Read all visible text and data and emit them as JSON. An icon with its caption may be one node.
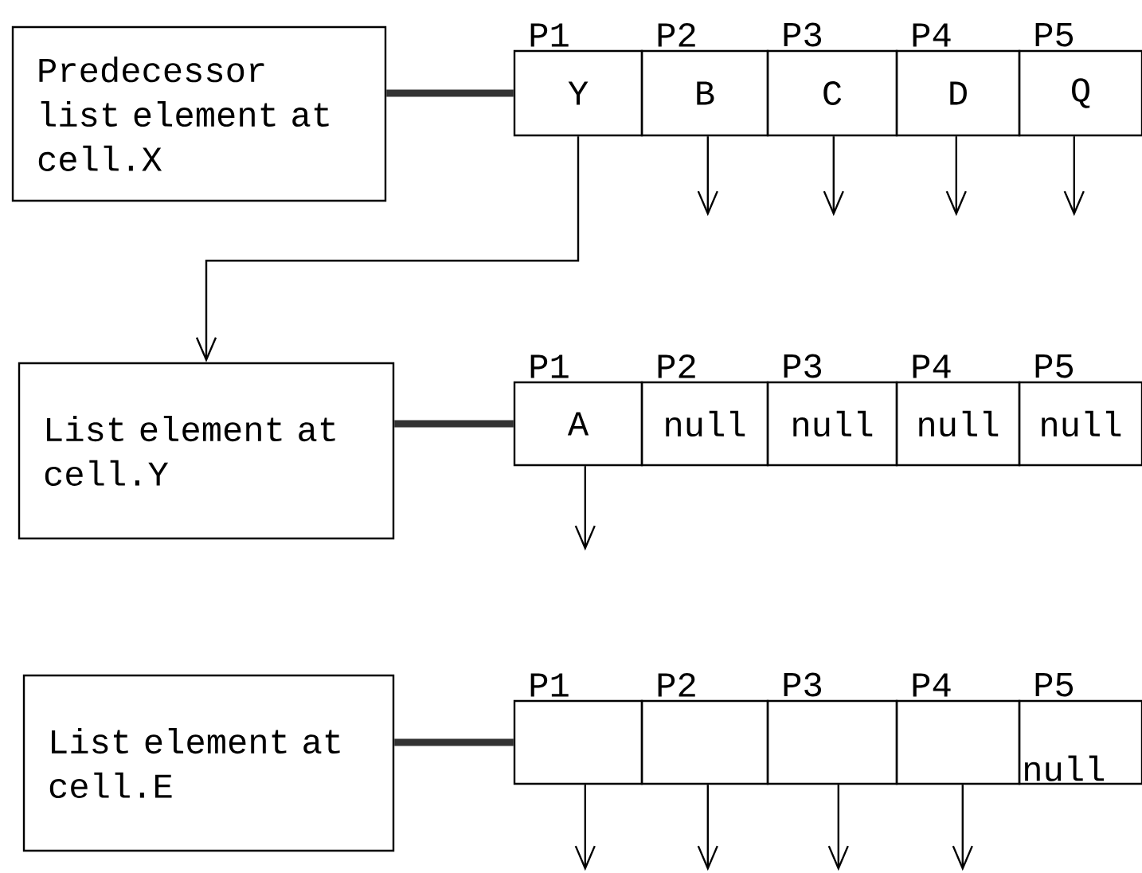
{
  "diagram": {
    "nodes": [
      {
        "text": [
          "Predecessor list element at cell.X"
        ]
      },
      {
        "text": [
          "Y"
        ],
        "beside": [
          "P1"
        ]
      },
      {
        "text": [
          "B"
        ],
        "beside": [
          "P2"
        ]
      },
      {
        "text": [
          "C"
        ],
        "beside": [
          "P3"
        ]
      },
      {
        "text": [
          "D"
        ],
        "beside": [
          "P4"
        ]
      },
      {
        "text": [
          "Q"
        ],
        "beside": [
          "P5"
        ]
      },
      {
        "text": [
          "List element at cell.Y"
        ]
      },
      {
        "text": [
          "A"
        ],
        "beside": [
          "P1"
        ]
      },
      {
        "text": [
          "null"
        ],
        "beside": [
          "P2"
        ]
      },
      {
        "text": [
          "null"
        ],
        "beside": [
          "P3"
        ]
      },
      {
        "text": [
          "null"
        ],
        "beside": [
          "P4"
        ]
      },
      {
        "text": [
          "null"
        ],
        "beside": [
          "P5"
        ]
      },
      {
        "text": [
          "List element at cell.E"
        ]
      },
      {
        "text": [],
        "shape": "box",
        "beside": [
          "P1"
        ]
      },
      {
        "text": [],
        "shape": "box",
        "beside": [
          "P2"
        ]
      },
      {
        "text": [],
        "shape": "box",
        "beside": [
          "P3"
        ]
      },
      {
        "text": [],
        "shape": "box",
        "beside": [
          "P4"
        ]
      },
      {
        "text": [
          "null"
        ],
        "beside": [
          "P5"
        ]
      }
    ],
    "edges": [
      {
        "from": 0,
        "to": 1,
        "arrow": "none",
        "style": "thick"
      },
      {
        "from": 1,
        "to": 6,
        "arrow": "to"
      },
      {
        "from": 2,
        "to": null,
        "arrow": "to"
      },
      {
        "from": 3,
        "to": null,
        "arrow": "to"
      },
      {
        "from": 4,
        "to": null,
        "arrow": "to"
      },
      {
        "from": 5,
        "to": null,
        "arrow": "to"
      },
      {
        "from": 6,
        "to": 7,
        "arrow": "none",
        "style": "thick"
      },
      {
        "from": 7,
        "to": null,
        "arrow": "to"
      },
      {
        "from": 12,
        "to": 13,
        "arrow": "none",
        "style": "thick"
      },
      {
        "from": 13,
        "to": null,
        "arrow": "to"
      },
      {
        "from": 14,
        "to": null,
        "arrow": "to"
      },
      {
        "from": 15,
        "to": null,
        "arrow": "to"
      },
      {
        "from": 16,
        "to": null,
        "arrow": "to"
      }
    ]
  }
}
